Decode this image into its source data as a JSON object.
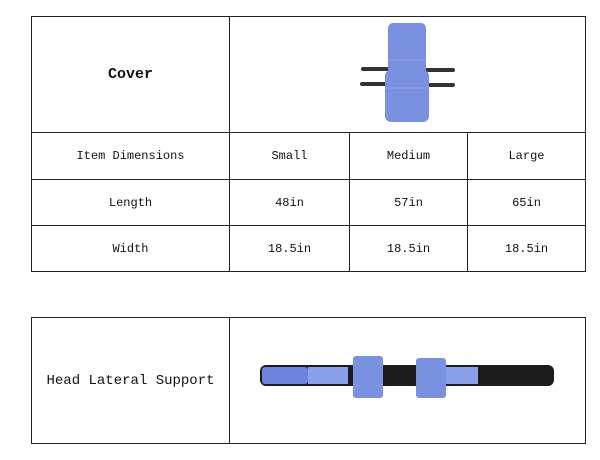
{
  "cover_table": {
    "title": "Cover",
    "header": [
      "Item Dimensions",
      "Small",
      "Medium",
      "Large"
    ],
    "rows": [
      {
        "label": "Length",
        "values": [
          "48in",
          "57in",
          "65in"
        ]
      },
      {
        "label": "Width",
        "values": [
          "18.5in",
          "18.5in",
          "18.5in"
        ]
      }
    ]
  },
  "head_table": {
    "title": "Head Lateral Support"
  },
  "colors": {
    "product_blue": "#7a90e0",
    "strap_black": "#1c1c1c"
  }
}
